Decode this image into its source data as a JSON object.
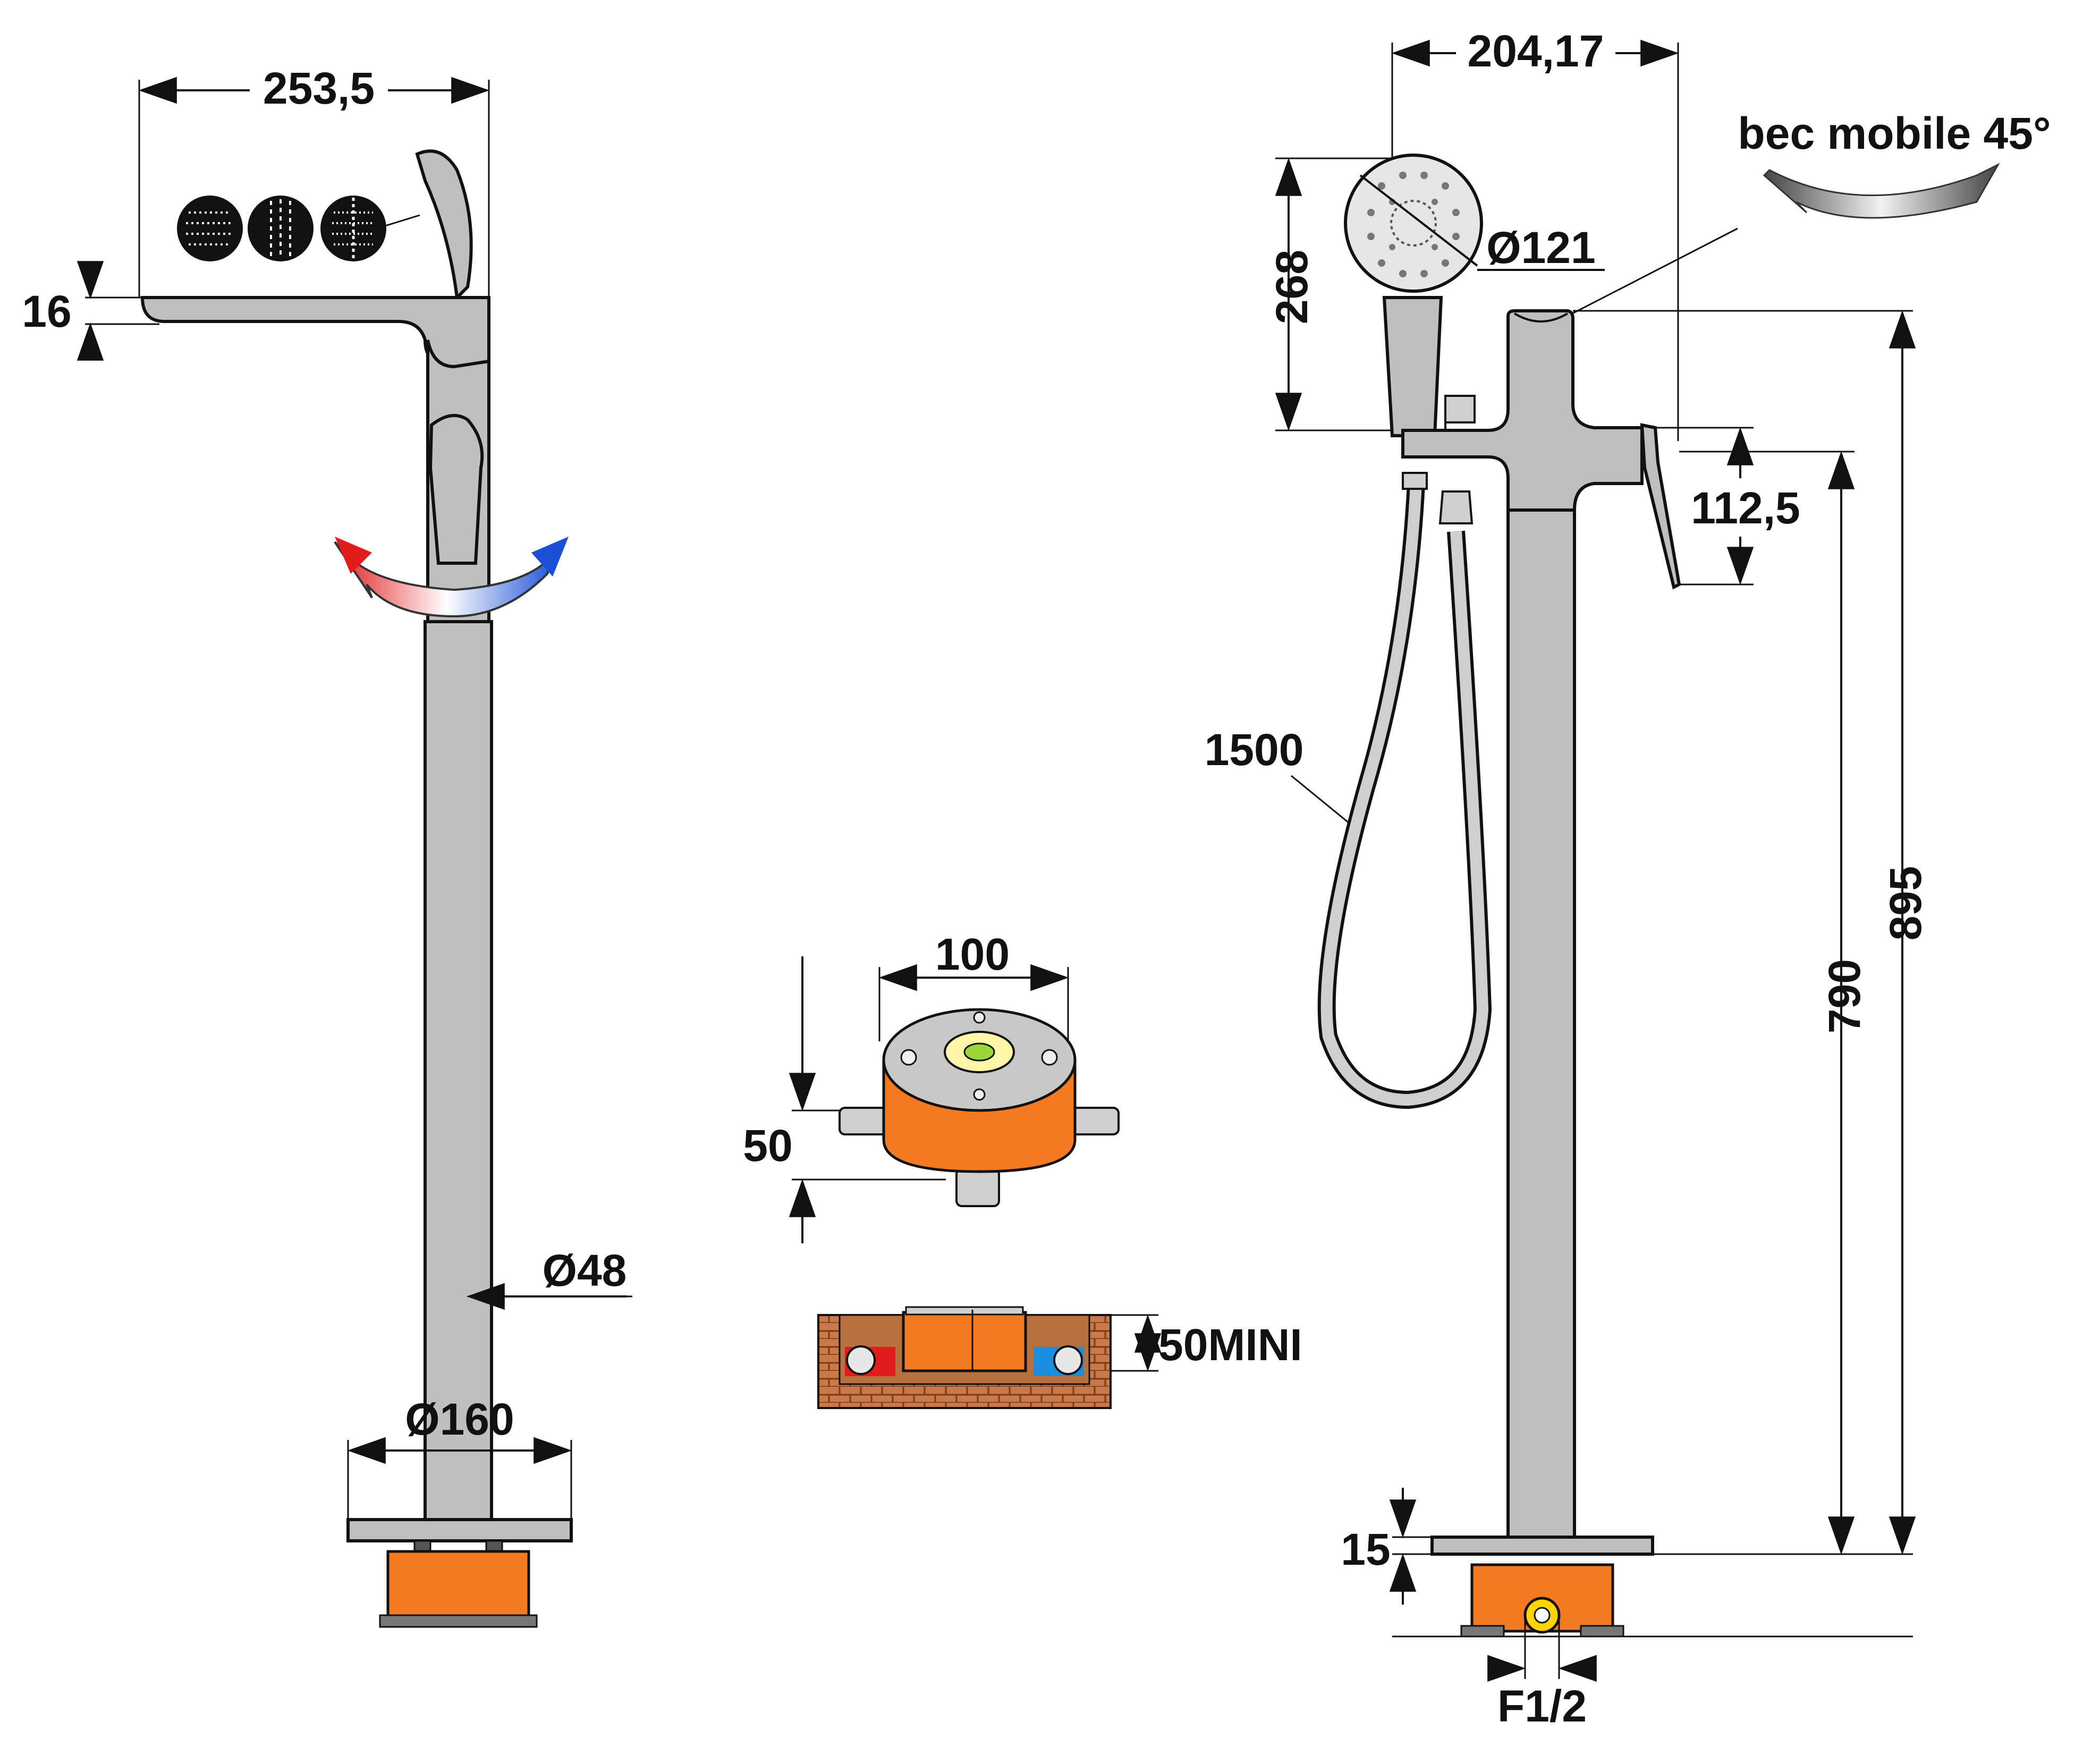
{
  "dimensions": {
    "width_top": "253,5",
    "thickness": "16",
    "pipe_diameter": "Ø48",
    "base_diameter": "Ø160",
    "box_width": "100",
    "box_height": "50",
    "install_depth": "50MINI",
    "outlet_reach": "204,17",
    "shower_length": "268",
    "shower_diameter": "Ø121",
    "hose_length": "1500",
    "lever_height": "112,5",
    "outlet_height": "790",
    "total_height": "895",
    "base_thickness": "15",
    "connection": "F1/2"
  },
  "annotations": {
    "spout_rotation": "bec mobile 45°"
  },
  "colors": {
    "chrome": "#bfbfbf",
    "orange": "#f47a22",
    "hot": "#e01c1c",
    "cold": "#1a4fd6",
    "brick": "#c9794a"
  },
  "icons": [
    "spray-mode-rain-icon",
    "spray-mode-jet-icon",
    "spray-mode-mix-icon",
    "hot-cold-arrow-icon",
    "swivel-arrow-icon",
    "level-bubble-icon"
  ]
}
